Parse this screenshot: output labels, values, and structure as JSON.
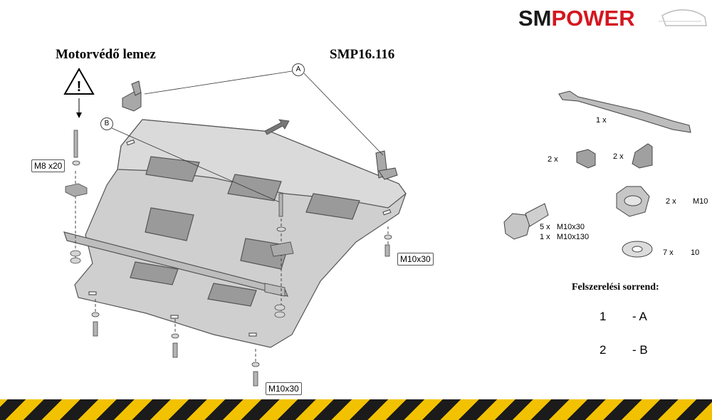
{
  "brand": {
    "logo_sm": "SM",
    "logo_power": "POWER"
  },
  "header": {
    "part_name": "Motorvédő lemez",
    "part_number": "SMP16.116"
  },
  "callouts": {
    "a": "A",
    "b": "B"
  },
  "bolt_tags": {
    "m8": "M8 x20",
    "m10_right": "M10x30",
    "m10_bottom": "M10x30"
  },
  "parts_list": {
    "bracket_qty": "1 x",
    "clip_qty": "2 x",
    "angle_qty": "2 x",
    "nut_qty": "2 x",
    "nut_size": "M10",
    "bolt_line1": "5 x   M10x30",
    "bolt_line2": "1 x   M10x130",
    "washer_qty": "7 x",
    "washer_size": "10"
  },
  "install_order": {
    "heading": "Felszerelési sorrend:",
    "steps": [
      {
        "num": "1",
        "ref": "- A"
      },
      {
        "num": "2",
        "ref": "- B"
      }
    ]
  },
  "colors": {
    "brand_red": "#d3171f",
    "stripe_yellow": "#f2c200",
    "stripe_black": "#1b1b1b"
  }
}
